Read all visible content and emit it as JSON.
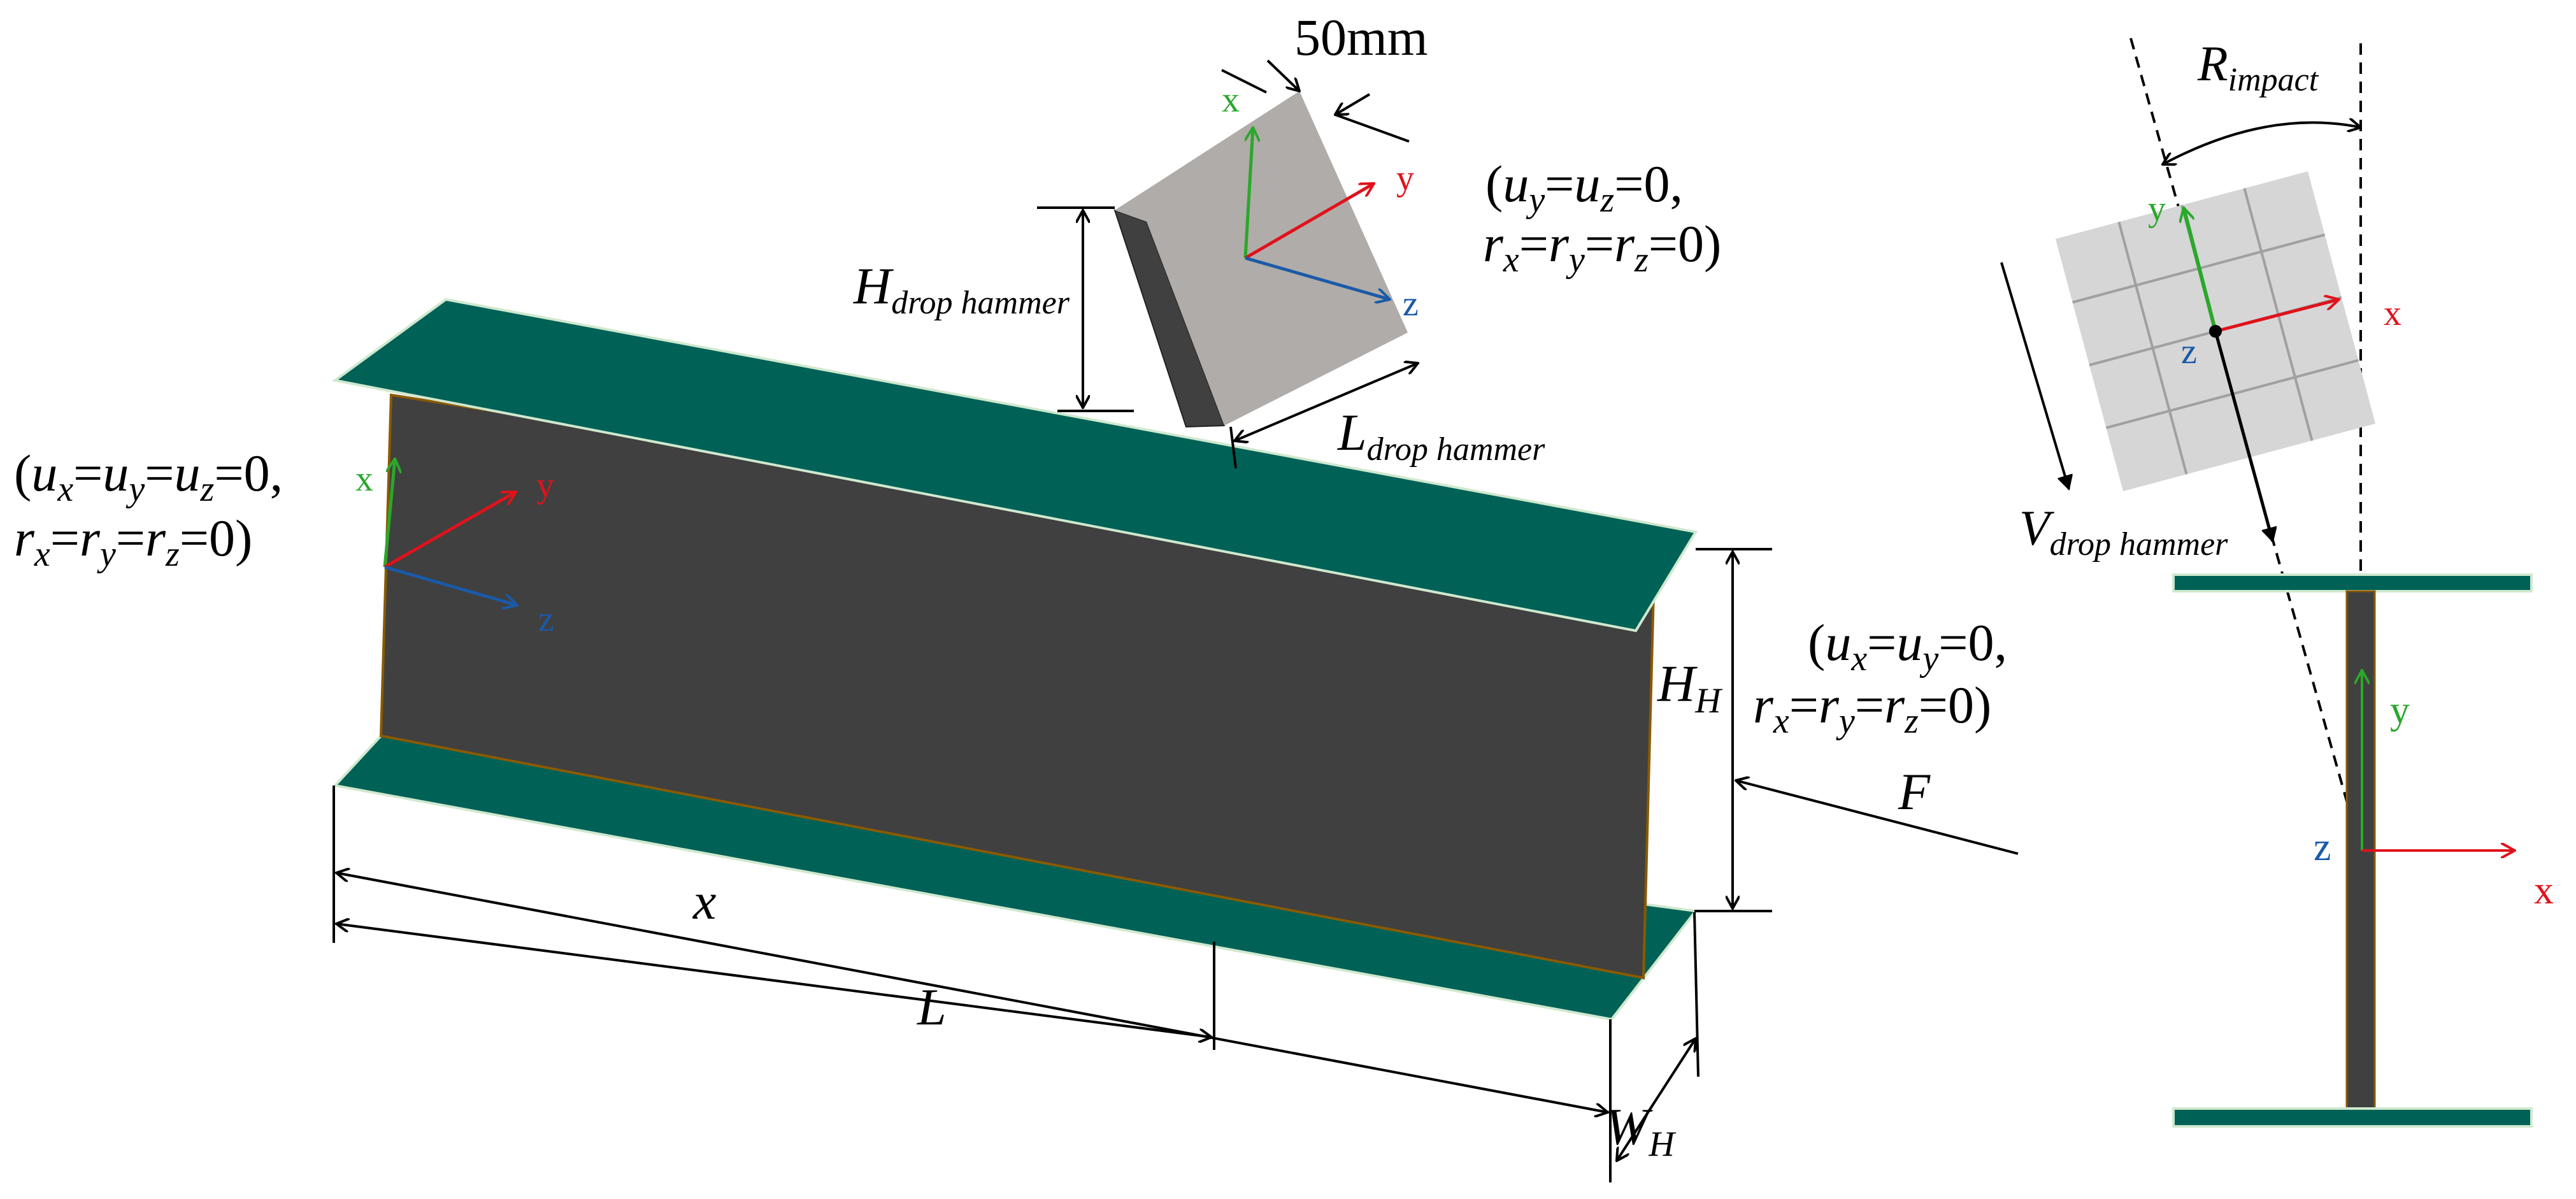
{
  "title": "",
  "colors": {
    "flange": "#006156",
    "flange_edge": "#cfe8cf",
    "web": "#404040",
    "web_edge": "#8a5a00",
    "hammer_face": "#b0aca9",
    "hammer_side": "#404040",
    "axis_x": "#2aa82a",
    "axis_y": "#e0121b",
    "axis_z": "#1a5aa8",
    "grid_fill": "#d6d6d6",
    "grid_line": "#a0a0a0",
    "dim": "#000000"
  },
  "labels": {
    "dim_50mm": "50mm",
    "H_drop_main": "H",
    "H_drop_sub": "drop hammer",
    "L_drop_main": "L",
    "L_drop_sub": "drop hammer",
    "x_len": "x",
    "L_len": "L",
    "H_H_main": "H",
    "H_H_sub": "H",
    "W_H_main": "W",
    "W_H_sub": "H",
    "F": "F",
    "R_main": "R",
    "R_sub": "impact",
    "V_main": "V",
    "V_sub": "drop hammer"
  },
  "boundary_conditions": {
    "hammer": {
      "line1": "(uy=uz=0,",
      "line2": "rx=ry=rz=0)"
    },
    "left_end": {
      "line1": "(ux=uy=uz=0,",
      "line2": "rx=ry=rz=0)"
    },
    "right_end": {
      "line1": "(ux=uy=0,",
      "line2": "rx=ry=rz=0)"
    }
  },
  "axes": {
    "hammer": {
      "x": "x",
      "y": "y",
      "z": "z"
    },
    "beam_left": {
      "x": "x",
      "y": "y",
      "z": "z"
    },
    "right_hammer": {
      "x": "x",
      "y": "y",
      "z": "z"
    },
    "right_section": {
      "x": "x",
      "y": "y",
      "z": "z"
    }
  }
}
